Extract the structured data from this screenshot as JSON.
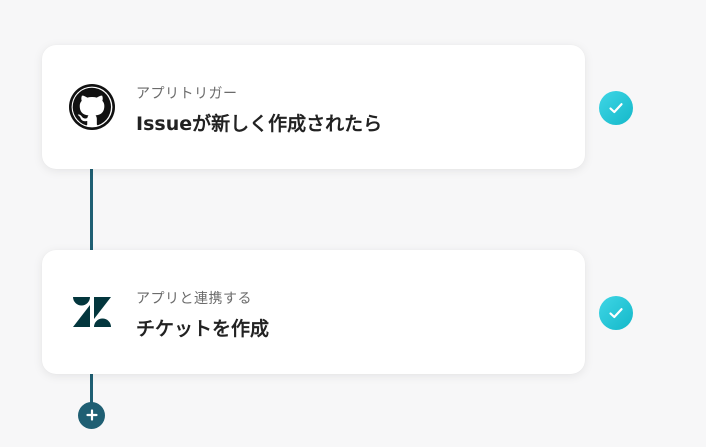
{
  "flow": {
    "steps": [
      {
        "type_label": "アプリトリガー",
        "title": "Issueが新しく作成されたら",
        "app_icon": "github-icon",
        "status": "complete"
      },
      {
        "type_label": "アプリと連携する",
        "title": "チケットを作成",
        "app_icon": "zendesk-icon",
        "status": "complete"
      }
    ],
    "add_step_icon": "plus-icon"
  },
  "colors": {
    "connector": "#1f5f73",
    "check": "#1fc7d8",
    "background": "#f7f7f8"
  }
}
